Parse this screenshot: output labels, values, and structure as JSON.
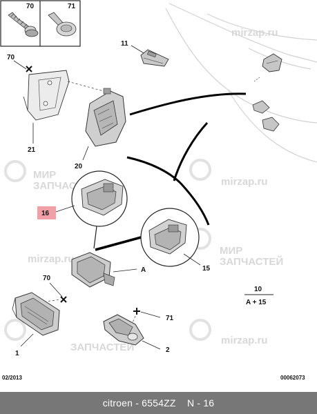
{
  "callouts": {
    "c70_top": "70",
    "c71_top": "71",
    "c11": "11",
    "c70_left": "70",
    "c21": "21",
    "c20": "20",
    "c16": "16",
    "cA": "A",
    "c15": "15",
    "c70_bottom": "70",
    "c71_bottom": "71",
    "c1": "1",
    "c2": "2",
    "c10": "10",
    "c10_sub": "A + 15"
  },
  "watermarks": {
    "domain": "mirzap.ru",
    "line1": "МИР",
    "line2": "ЗАПЧАСТЕЙ"
  },
  "footer": {
    "date": "02/2013",
    "code": "00062073",
    "brand": "citroen",
    "separator": " - ",
    "part_number": "6554ZZ",
    "section": "N - 16"
  },
  "colors": {
    "highlight": "#f2a0a8",
    "footer_bar": "#777777",
    "watermark": "#d8d8d8"
  }
}
